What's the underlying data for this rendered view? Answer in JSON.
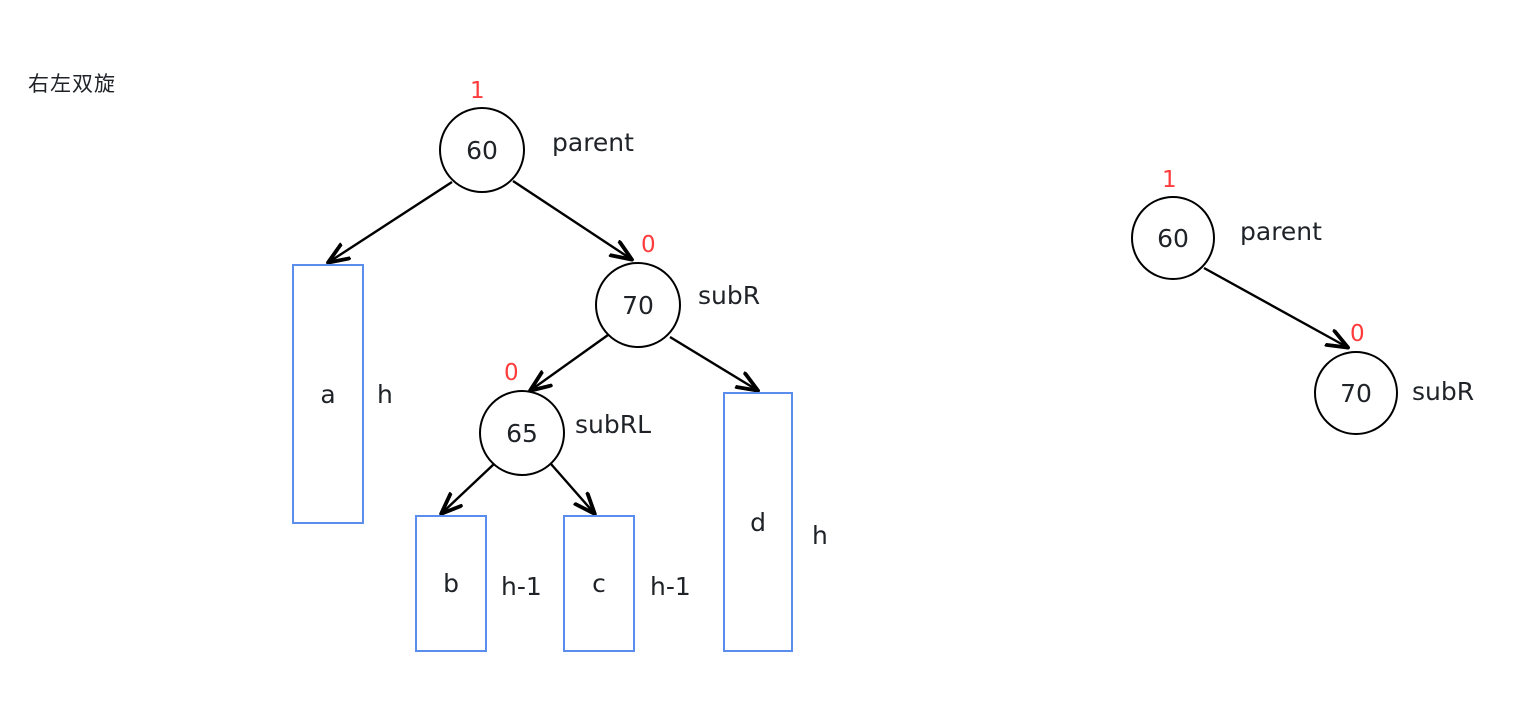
{
  "title": "右左双旋",
  "colors": {
    "node_stroke": "#000000",
    "balance_factor": "#ff3b3b",
    "subtree_border": "#5b8def",
    "text": "#1f2328",
    "background": "#ffffff"
  },
  "left_tree": {
    "nodes": [
      {
        "id": "n60",
        "value": "60",
        "balance_factor": "1",
        "name": "parent"
      },
      {
        "id": "n70",
        "value": "70",
        "balance_factor": "0",
        "name": "subR"
      },
      {
        "id": "n65",
        "value": "65",
        "balance_factor": "0",
        "name": "subRL"
      }
    ],
    "subtrees": [
      {
        "id": "a",
        "label": "a",
        "height": "h"
      },
      {
        "id": "b",
        "label": "b",
        "height": "h-1"
      },
      {
        "id": "c",
        "label": "c",
        "height": "h-1"
      },
      {
        "id": "d",
        "label": "d",
        "height": "h"
      }
    ]
  },
  "right_tree": {
    "nodes": [
      {
        "id": "r60",
        "value": "60",
        "balance_factor": "1",
        "name": "parent"
      },
      {
        "id": "r70",
        "value": "70",
        "balance_factor": "0",
        "name": "subR"
      }
    ]
  }
}
